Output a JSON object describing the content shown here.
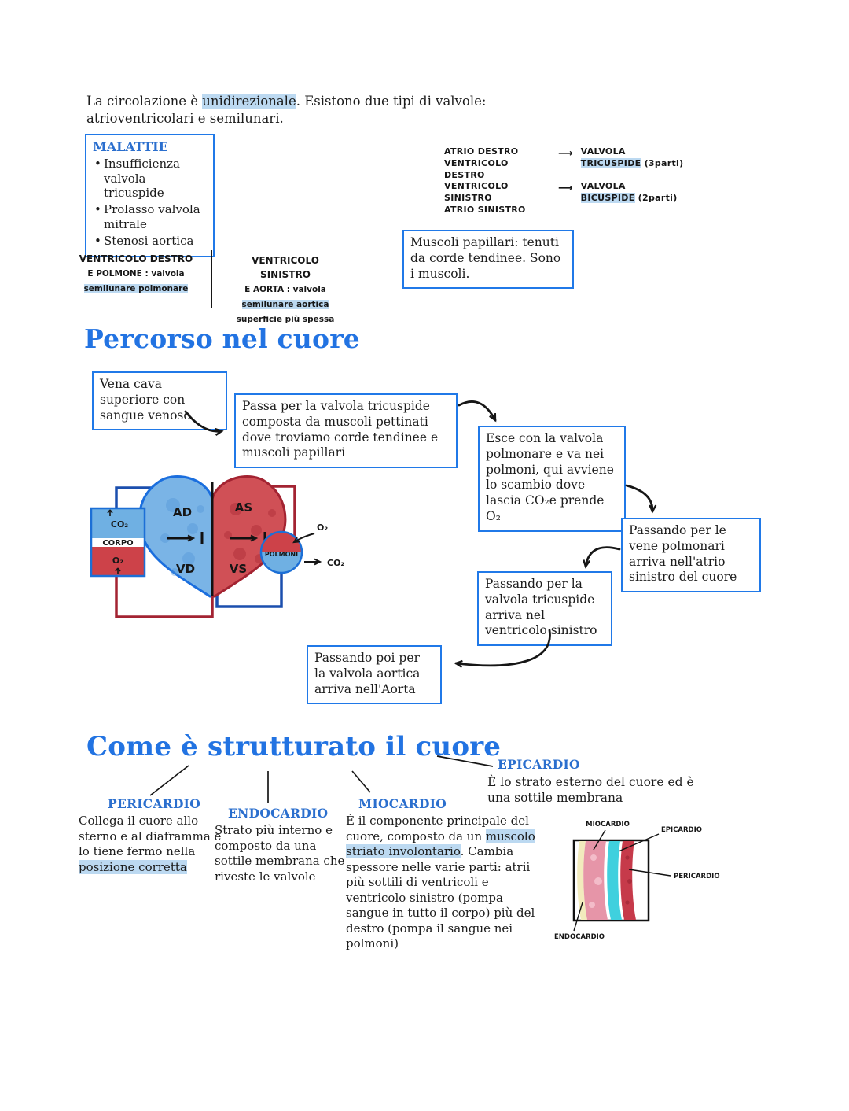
{
  "colors": {
    "accent_blue": "#2273e2",
    "box_border_blue": "#2079e8",
    "label_blue": "#2b6fce",
    "highlight_blue": "#bcd9f1",
    "heart_blue": "#7ab4e6",
    "heart_red": "#d05056",
    "wire_blue": "#1b4fae",
    "wire_red": "#a32332",
    "layer_cream": "#f2ebbd",
    "layer_pink": "#e695a8",
    "layer_cyan": "#3fd0de",
    "layer_red": "#c63a4a"
  },
  "intro": {
    "part1": "La circolazione è ",
    "highlight": "unidirezionale",
    "part2": ". Esistono due tipi di valvole: atrioventricolari e semilunari."
  },
  "malattie": {
    "title": "MALATTIE",
    "items": [
      "Insufficienza valvola tricuspide",
      "Prolasso valvola mitrale",
      "Stenosi aortica"
    ]
  },
  "valve_notes": {
    "rows": [
      {
        "left1": "ATRIO DESTRO",
        "left2": "VENTRICOLO DESTRO",
        "arrow": "⟶",
        "right1": "VALVOLA",
        "right2_hl": "TRICUSPIDE",
        "right2_rest": " (3parti)"
      },
      {
        "left1": "VENTRICOLO SINISTRO",
        "left2": "ATRIO SINISTRO",
        "arrow": "⟶",
        "right1": "VALVOLA",
        "right2_hl": "BICUSPIDE",
        "right2_rest": " (2parti)"
      }
    ]
  },
  "papillari_box": {
    "text": "Muscoli papillari: tenuti da corde tendinee. Sono i muscoli."
  },
  "semilunar_notes": {
    "left": {
      "line1": "VENTRICOLO DESTRO",
      "line2": "E POLMONE : valvola",
      "line3_hl": "semilunare polmonare"
    },
    "right": {
      "line1": "VENTRICOLO SINISTRO",
      "line2": "E AORTA : valvola",
      "line3_hl": "semilunare aortica",
      "line4": "superficie più spessa"
    }
  },
  "percorso": {
    "heading": "Percorso nel cuore",
    "boxes": [
      {
        "text": "Vena cava superiore con sangue venoso"
      },
      {
        "text": "Passa per la valvola tricuspide composta da muscoli pettinati dove troviamo corde tendinee e muscoli papillari"
      },
      {
        "text": "Esce con la valvola polmonare e va nei polmoni, qui avviene lo scambio dove lascia CO₂e prende O₂"
      },
      {
        "text": "Passando per le vene polmonari arriva nell'atrio sinistro del cuore"
      },
      {
        "text": "Passando per la valvola tricuspide arriva nel ventricolo sinistro"
      },
      {
        "text": "Passando poi per la valvola aortica arriva nell'Aorta"
      }
    ]
  },
  "heart_diagram": {
    "ad": "AD",
    "as": "AS",
    "vd": "VD",
    "vs": "VS",
    "corpo": "CORPO",
    "co2_body": "CO₂",
    "o2_body": "O₂",
    "polmoni": "POLMONI",
    "o2_in": "O₂",
    "co2_out": "CO₂"
  },
  "struttura": {
    "heading": "Come è strutturato il cuore",
    "sections": [
      {
        "label": "PERICARDIO",
        "part1": "Collega il cuore allo sterno e al diaframma e lo tiene fermo nella ",
        "hl": "posizione corretta",
        "part2": ""
      },
      {
        "label": "ENDOCARDIO",
        "text": "Strato più interno e composto da una sottile membrana che riveste le valvole"
      },
      {
        "label": "MIOCARDIO",
        "part1": "È il componente principale del cuore, composto da un ",
        "hl": "muscolo striato involontario",
        "part2": ". Cambia spessore nelle varie parti: atrii più sottili di ventricoli e ventricolo sinistro (pompa sangue in tutto il corpo) più del destro (pompa il sangue nei polmoni)"
      },
      {
        "label": "EPICARDIO",
        "text": "È lo strato esterno del cuore ed è una sottile membrana"
      }
    ]
  },
  "wall_diagram": {
    "miocardio": "MIOCARDIO",
    "epicardio": "EPICARDIO",
    "pericardio": "PERICARDIO",
    "endocardio": "ENDOCARDIO"
  }
}
